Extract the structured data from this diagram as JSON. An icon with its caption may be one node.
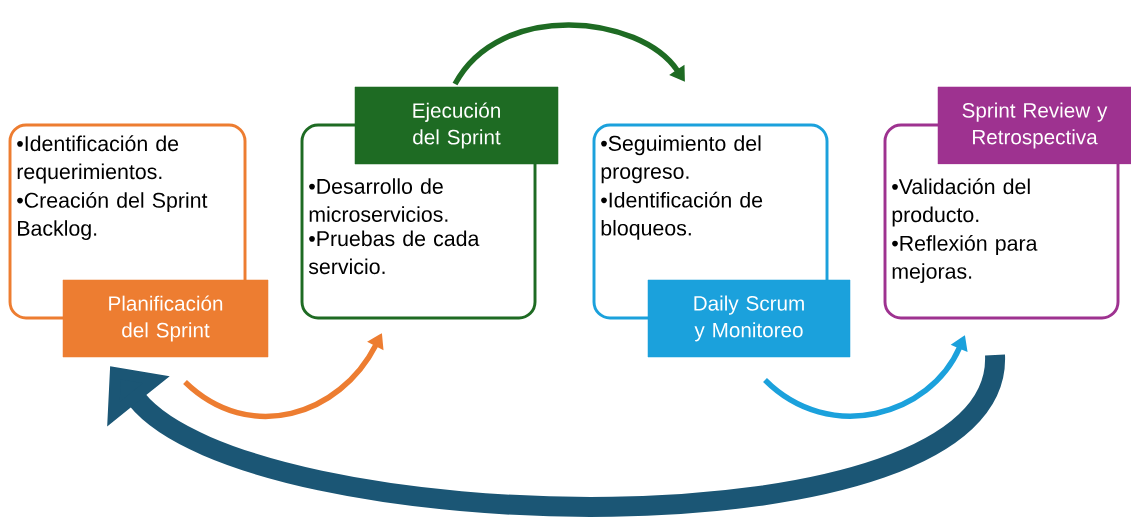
{
  "diagram": {
    "nodes": [
      {
        "text": [
          "•Identificación de requerimientos.",
          "•Creación del Sprint Backlog.",
          "Planificación del Sprint"
        ]
      },
      {
        "text": [
          "Ejecución del Sprint",
          "•Desarrollo de microservicios.",
          "•Pruebas de cada servicio."
        ]
      },
      {
        "text": [
          "•Seguimiento del progreso.",
          "•Identificación de bloqueos.",
          "Daily Scrum y Monitoreo"
        ]
      },
      {
        "text": [
          "Sprint Review y Retrospectiva",
          "•Validación del producto.",
          "•Reflexión para mejoras."
        ]
      }
    ],
    "edges": [
      {
        "from": 0,
        "to": 1,
        "arrow": "to",
        "color": "#ed7d31"
      },
      {
        "from": 1,
        "to": 2,
        "arrow": "to",
        "color": "#1e6b23"
      },
      {
        "from": 2,
        "to": 3,
        "arrow": "to",
        "color": "#1ba1dc"
      },
      {
        "from": 3,
        "to": 0,
        "arrow": "to",
        "style": "thick",
        "color": "#1b5675"
      }
    ]
  }
}
